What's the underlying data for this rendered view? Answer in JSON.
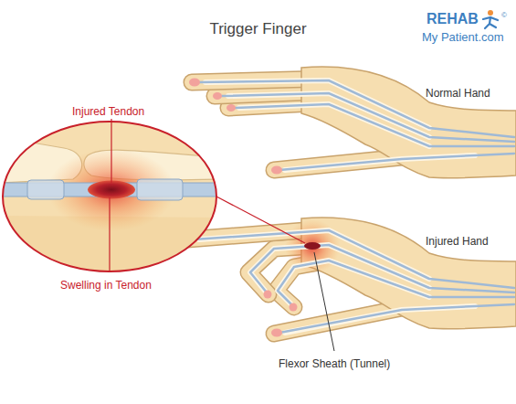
{
  "diagram": {
    "title": "Trigger Finger",
    "labels": [
      "REHAB",
      "©",
      "My Patient.com",
      "Normal Hand",
      "Injured Hand",
      "Injured Tendon",
      "Swelling in Tendon",
      "Flexor Sheath (Tunnel)"
    ]
  }
}
